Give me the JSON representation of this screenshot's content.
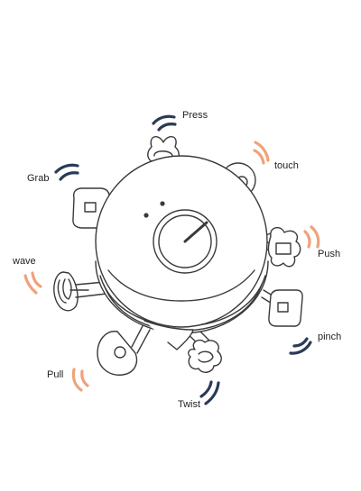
{
  "labels": {
    "press": "Press",
    "touch": "touch",
    "grab": "Grab",
    "push": "Push",
    "wave": "wave",
    "pinch": "pinch",
    "pull": "Pull",
    "twist": "Twist"
  },
  "colors": {
    "outline": "#3a3a3a",
    "navy_mark": "#2b3a55",
    "orange_mark": "#f0a27a",
    "label_text": "#222222"
  }
}
